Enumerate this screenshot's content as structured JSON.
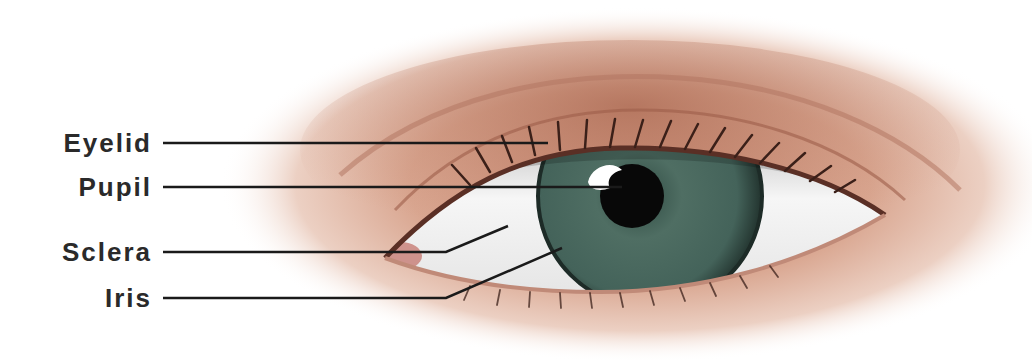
{
  "diagram": {
    "labels": [
      "Eyelid",
      "Pupil",
      "Sclera",
      "Iris"
    ]
  }
}
